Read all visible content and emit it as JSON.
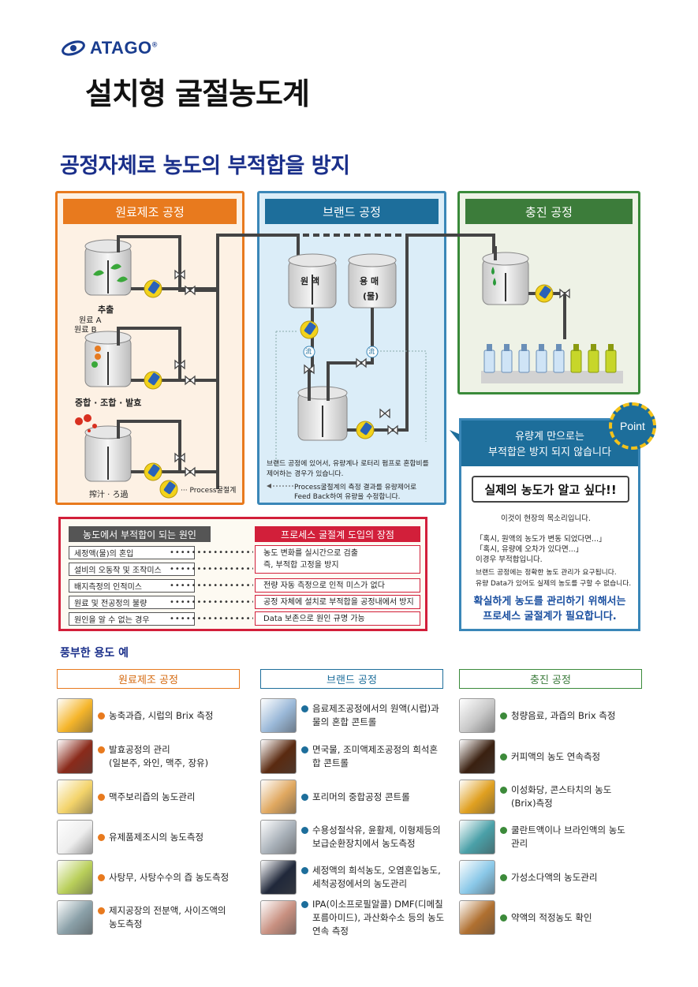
{
  "header": {
    "brand": "ATAGO",
    "brand_mark": "®",
    "title": "설치형 굴절농도계",
    "subtitle": "공정자체로 농도의 부적합을 방지"
  },
  "panels": {
    "raw": {
      "title": "원료제조 공정",
      "label_extract": "추출",
      "label_material_a": "원료 A",
      "label_material_b": "원료 B",
      "label_mix": "중합 · 조합 · 발효",
      "label_squeeze": "搾汁 · ろ過",
      "legend_text": "··· Process굴절계"
    },
    "blend": {
      "title": "브랜드 공정",
      "tank_raw": "원 액",
      "tank_solvent_1": "용 매",
      "tank_solvent_2": "(물)",
      "flow_mark": "流",
      "note_1": "브랜드 공정에 있어서, 유량계나 로터리 펌프로 혼합비를",
      "note_2": "제어하는 경우가 있습니다.",
      "note_3": "Process굴절계의 측정 결과를 유량제어로",
      "note_4": "Feed Back하여 유량을 수정합니다."
    },
    "fill": {
      "title": "충진 공정"
    }
  },
  "point": {
    "badge": "Point",
    "head_1": "유량계 만으로는",
    "head_2": "부적합은 방지 되지 않습니다",
    "want": "실제의 농도가 알고 싶다!!",
    "voice": "이것이 현장의 목소리입니다.",
    "quote_1": "「혹시, 원액의 농도가 변동 되었다면...」",
    "quote_2": "「혹시, 유량에 오차가 있다면...」",
    "quote_3": "이경우 부적합입니다.",
    "desc_1": "브랜드 공정에는 정확한 농도 관리가 요구됩니다.",
    "desc_2": "유량 Data가 있어도 실제의 농도를 구할 수 없습니다.",
    "final_1": "확실하게 농도를 관리하기 위해서는",
    "final_2": "프로세스 굴절계가 필요합니다."
  },
  "causes": {
    "left_title": "농도에서 부적합이 되는 원인",
    "right_title": "프로세스 굴절계 도입의 장점",
    "dots": "••••••••••••••••••",
    "left_items": [
      "세정액(물)의 혼입",
      "설비의 오동작 및 조작미스",
      "배지측정의 인적미스",
      "원료 및 전공정의 불량",
      "원인을 알 수 없는 경우"
    ],
    "right_items": [
      "농도 변화를 실시간으로 검출",
      "즉, 부적합 고정을 방지",
      "전량 자동 측정으로 인적 미스가 없다",
      "공정 자체에 설치로 부적합을 공정내에서 방지",
      "Data 보존으로 원인 규명 가능"
    ]
  },
  "usage": {
    "title": "풍부한 용도 예",
    "cat_raw": "원료제조 공정",
    "cat_blend": "브랜드 공정",
    "cat_fill": "충진 공정",
    "raw_items": [
      [
        "농축과즙, 시럽의 Brix 측정"
      ],
      [
        "발효공정의 관리",
        "(일본주, 와인, 맥주, 장유)"
      ],
      [
        "맥주보리즙의 농도관리"
      ],
      [
        "유제품제조시의 농도측정"
      ],
      [
        "사탕무, 사탕수수의 즙 농도측정"
      ],
      [
        "제지공장의 전분액, 사이즈액의",
        "농도측정"
      ]
    ],
    "blend_items": [
      [
        "음료제조공정에서의 원액(시럽)과",
        "물의 혼합 콘트롤"
      ],
      [
        "면국물, 조미액제조공정의 희석혼",
        "합 콘트롤"
      ],
      [
        "포리머의 중합공정 콘트롤"
      ],
      [
        "수용성절삭유, 윤활제, 이형제등의",
        "보급순환장치에서 농도측정"
      ],
      [
        "세정액의 희석농도, 오염혼입농도,",
        "세척공정에서의 농도관리"
      ],
      [
        "IPA(이소프로필알콜) DMF(디메칠",
        "포름아미드), 과산화수소 등의 농도",
        "연속 측정"
      ]
    ],
    "fill_items": [
      [
        "청량음료, 과즙의 Brix 측정"
      ],
      [
        "커피액의 농도 연속측정"
      ],
      [
        "이성화당, 콘스타치의 농도",
        "(Brix)측정"
      ],
      [
        "쿨란트액이나 브라인액의 농도",
        "관리"
      ],
      [
        "가성소다액의 농도관리"
      ],
      [
        "약액의 적정농도 확인"
      ]
    ]
  },
  "colors": {
    "orange": "#e87a1e",
    "blue": "#1d6e9b",
    "green": "#3c7c3a",
    "red": "#d21f3a",
    "navy": "#1a2f8a"
  }
}
